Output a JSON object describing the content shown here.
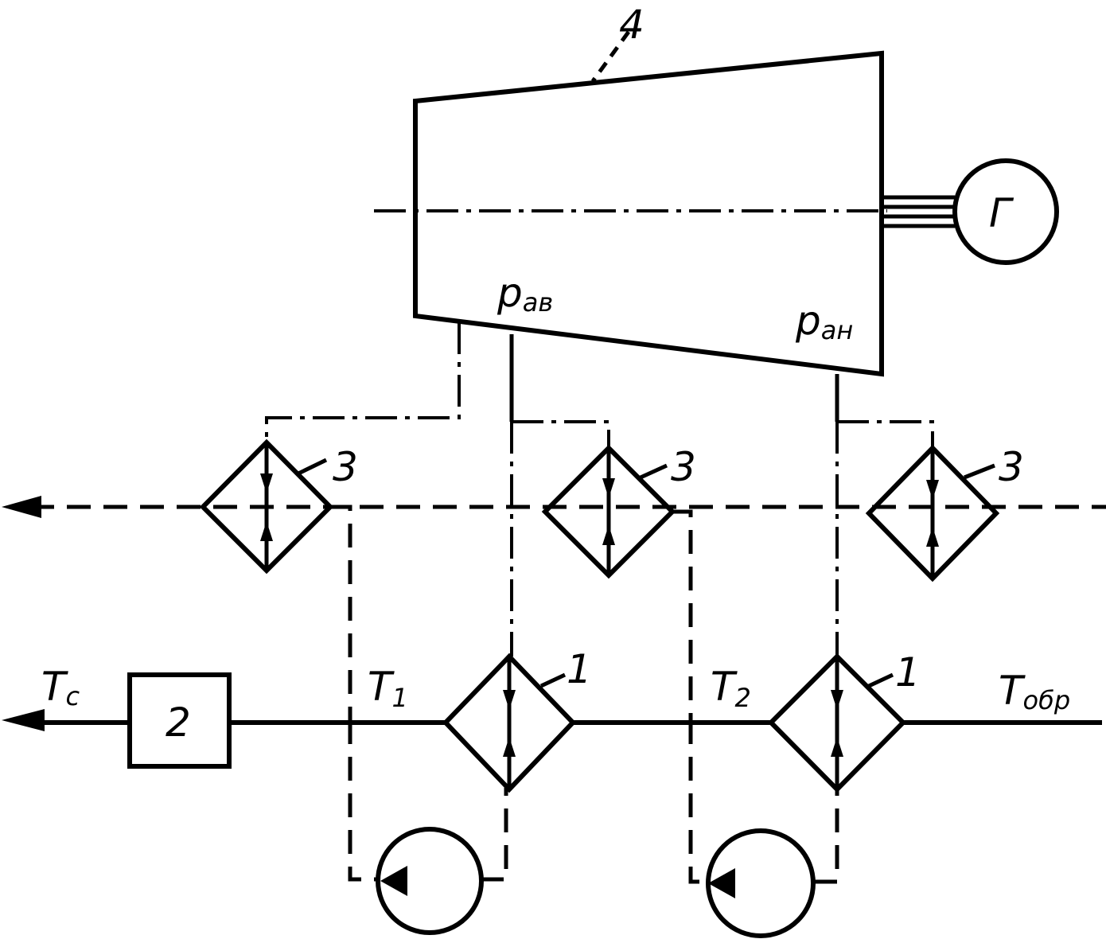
{
  "labels": {
    "turbine_num": "4",
    "generator": "Г",
    "p_upper": "p",
    "p_upper_sub": "ав",
    "p_lower": "p",
    "p_lower_sub": "ан",
    "hx3_a": "3",
    "hx3_b": "3",
    "hx3_c": "3",
    "hx1_a": "1",
    "hx1_b": "1",
    "box2": "2",
    "t_c": "T",
    "t_c_sub": "c",
    "t1": "T",
    "t1_sub": "1",
    "t2": "T",
    "t2_sub": "2",
    "t_obr": "T",
    "t_obr_sub": "обр"
  }
}
